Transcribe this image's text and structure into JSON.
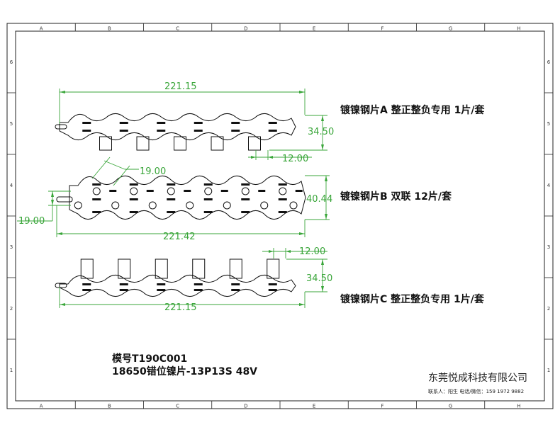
{
  "grid": {
    "columns": [
      "A",
      "B",
      "C",
      "D",
      "E",
      "F",
      "G",
      "H"
    ],
    "rows": [
      "6",
      "5",
      "4",
      "3",
      "2",
      "1"
    ]
  },
  "parts": [
    {
      "title": "镀镍钢片A 整正整负专用 1片/套",
      "width_dim": "221.15",
      "height_dim": "34.50",
      "tab_dim": "12.00"
    },
    {
      "title": "镀镍钢片B 双联 12片/套",
      "width_dim": "221.42",
      "height_dim": "40.44",
      "pitch_dim": "19.00",
      "offset_dim": "19.00"
    },
    {
      "title": "镀镍钢片C 整正整负专用 1片/套",
      "width_dim": "221.15",
      "height_dim": "34.50",
      "tab_dim": "12.00"
    }
  ],
  "model": {
    "code": "模号T190C001",
    "name": "18650错位镍片-13P13S 48V"
  },
  "company": {
    "name": "东莞悦成科技有限公司",
    "contact": "联系人：阳生 电话/微信：159 1972 9882"
  },
  "colors": {
    "dimension": "#3aa63a",
    "lines": "#111111"
  }
}
